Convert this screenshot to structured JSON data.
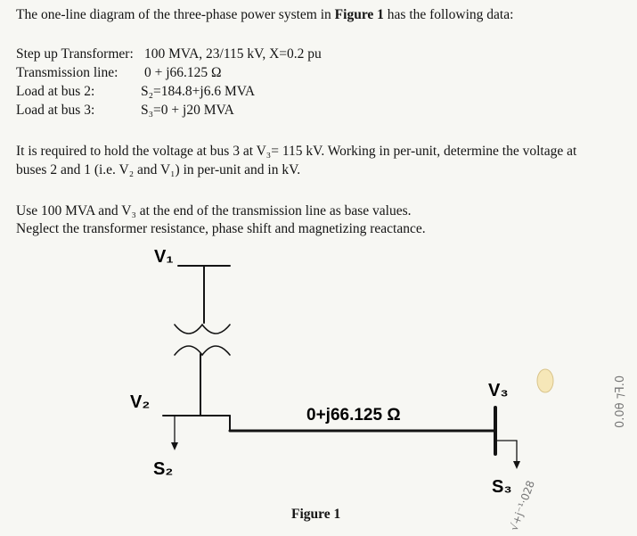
{
  "problem": {
    "intro_pre": "The one-line diagram of the three-phase power system in ",
    "intro_fig": "Figure 1",
    "intro_post": " has the following data:",
    "data_rows": [
      {
        "label": "Step up Transformer:",
        "value": "100 MVA, 23/115 kV, X=0.2 pu"
      },
      {
        "label": "Transmission line:",
        "value": "0 + j66.125 Ω"
      },
      {
        "label": "Load at bus 2:",
        "value": "S₂=184.8+j6.6 MVA"
      },
      {
        "label": "Load at bus 3:",
        "value": "S₃=0 + j20 MVA"
      }
    ],
    "requirement_line1": "It is required to hold the voltage at bus 3 at V₃= 115 kV. Working in per-unit, determine the voltage at",
    "requirement_line2": "buses 2 and 1 (i.e. V₂ and V₁) in per-unit and in kV.",
    "base_line1": "Use 100 MVA and V₃ at the end of the transmission line as base values.",
    "base_line2": "Neglect the transformer resistance, phase shift and magnetizing reactance."
  },
  "diagram": {
    "bus1_label": "V₁",
    "bus2_label": "V₂",
    "bus3_label": "V₃",
    "line_impedance": "0+j66.125 Ω",
    "load2_label": "S₂",
    "load3_label": "S₃",
    "caption": "Figure 1"
  },
  "handwriting": {
    "right_margin": "0.0θ ⁊ꟻ.0",
    "bottom_right": "√+j⁻¹·028"
  },
  "colors": {
    "ink": "#141414",
    "paper": "#f7f7f3",
    "pencil": "#777777"
  }
}
